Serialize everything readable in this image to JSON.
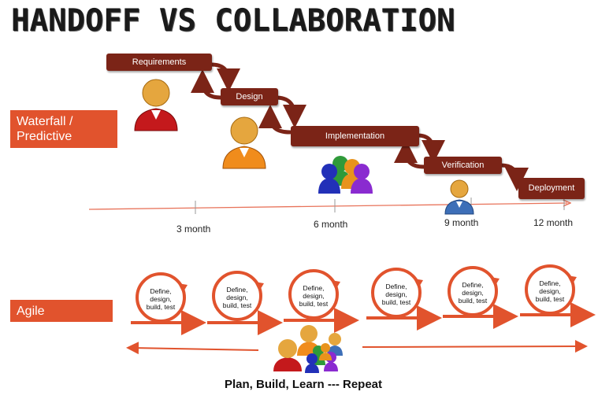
{
  "title": "HANDOFF VS COLLABORATION",
  "labels": {
    "waterfall": "Waterfall / Predictive",
    "agile": "Agile"
  },
  "stages": [
    {
      "name": "Requirements"
    },
    {
      "name": "Design"
    },
    {
      "name": "Implementation"
    },
    {
      "name": "Verification"
    },
    {
      "name": "Deployment"
    }
  ],
  "timeline": {
    "ticks": [
      "3 month",
      "6 month",
      "9 month",
      "12 month"
    ]
  },
  "agile_cycle_text": [
    "Define,",
    "design,",
    "build, test"
  ],
  "tagline": "Plan, Build, Learn --- Repeat",
  "colors": {
    "stage": "#7b2417",
    "accent": "#e1532d",
    "line": "#e8735a"
  }
}
